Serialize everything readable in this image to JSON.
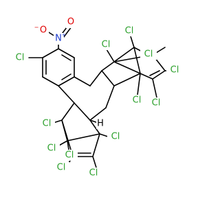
{
  "colors": {
    "chlorine": "#2ca02c",
    "oxygen": "#e00000",
    "nitrogen": "#1f3dcc",
    "bond": "#000000",
    "background": "#ffffff"
  },
  "nitro_group": {
    "oxygen_anion": "O",
    "anion_charge": "−",
    "nitrogen": "N",
    "nitrogen_charge": "+",
    "oxygen_double": "O"
  },
  "aryl_chlorine": "Cl",
  "upper_bicycle_chlorines": [
    "Cl",
    "Cl",
    "Cl",
    "Cl",
    "Cl",
    "Cl"
  ],
  "lower_bicycle_chlorines": [
    "Cl",
    "Cl",
    "Cl",
    "Cl",
    "Cl",
    "Cl"
  ],
  "ring_fusion_hydrogen": "H"
}
